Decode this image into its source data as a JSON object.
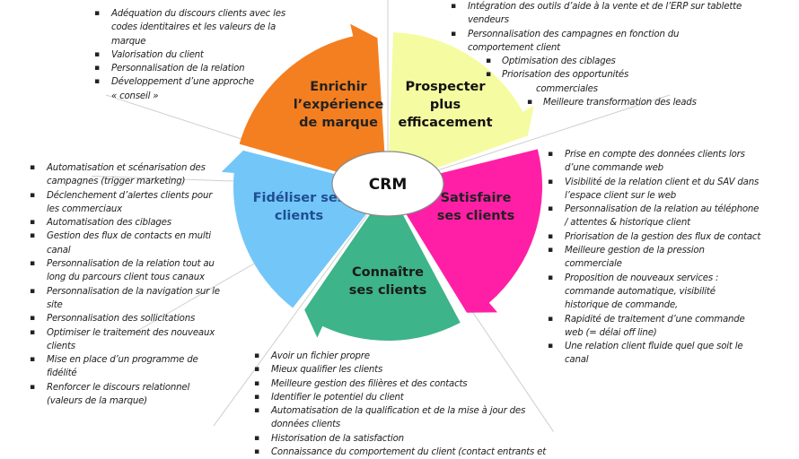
{
  "diagram": {
    "center": {
      "label": "CRM"
    },
    "segments": [
      {
        "id": "enrichir",
        "label_lines": [
          "Enrichir",
          "l’expérience",
          "de marque"
        ],
        "color": "#F47F20",
        "text_color": "#222222"
      },
      {
        "id": "prospecter",
        "label_lines": [
          "Prospecter",
          "plus",
          "efficacement"
        ],
        "color": "#F5FBA0",
        "text_color": "#111111"
      },
      {
        "id": "satisfaire",
        "label_lines": [
          "Satisfaire",
          "ses clients"
        ],
        "color": "#FF1FA6",
        "text_color": "#222222"
      },
      {
        "id": "connaitre",
        "label_lines": [
          "Connaître",
          "ses clients"
        ],
        "color": "#3DB48A",
        "text_color": "#1a1a1a"
      },
      {
        "id": "fideliser",
        "label_lines": [
          "Fidéliser ses",
          "clients"
        ],
        "color": "#73C6F8",
        "text_color": "#1F4E91"
      }
    ]
  },
  "lists": {
    "enrichir": [
      {
        "text": "Adéquation du discours clients avec les",
        "cont": [
          "codes identitaires et les valeurs de la",
          "marque"
        ]
      },
      {
        "text": "Valorisation du client"
      },
      {
        "text": "Personnalisation de la relation"
      },
      {
        "text": "Développement d’une approche",
        "cont": [
          "« conseil »"
        ]
      }
    ],
    "prospecter": [
      {
        "text": "Intégration des outils d’aide à la vente et de l’ERP sur tablette",
        "cont": [
          "vendeurs"
        ]
      },
      {
        "text": "Personnalisation des campagnes en fonction du",
        "cont": [
          "comportement  client"
        ]
      },
      {
        "text": "Optimisation des ciblages",
        "level": 1
      },
      {
        "text": "Priorisation des opportunités",
        "level": 1,
        "cont_indent": [
          "commerciales"
        ]
      },
      {
        "text": "Meilleure transformation des leads",
        "level": 2
      }
    ],
    "satisfaire": [
      {
        "text": "Prise en compte des données clients lors",
        "cont": [
          "d’une commande web"
        ]
      },
      {
        "text": "Visibilité de la relation client et du SAV dans",
        "cont": [
          "l’espace client sur le web"
        ]
      },
      {
        "text": "Personnalisation de la relation au téléphone",
        "cont": [
          "/ attentes & historique client"
        ]
      },
      {
        "text": "Priorisation de la gestion des flux de contact"
      },
      {
        "text": "Meilleure gestion de la pression",
        "cont": [
          "commerciale"
        ]
      },
      {
        "text": "Proposition de nouveaux services :",
        "cont": [
          "commande automatique, visibilité",
          "historique de commande,"
        ]
      },
      {
        "text": "Rapidité de traitement d’une commande",
        "cont": [
          "web (= délai off line)"
        ]
      },
      {
        "text": "Une relation client fluide quel que soit le",
        "cont": [
          "canal"
        ]
      }
    ],
    "fideliser": [
      {
        "text": "Automatisation et scénarisation des",
        "cont": [
          "campagnes (trigger marketing)"
        ]
      },
      {
        "text": "Déclenchement d’alertes clients pour",
        "cont": [
          "les commerciaux"
        ]
      },
      {
        "text": "Automatisation des ciblages"
      },
      {
        "text": "Gestion des flux de contacts en multi",
        "cont": [
          "canal"
        ]
      },
      {
        "text": "Personnalisation de la relation tout au",
        "cont": [
          "long du parcours client tous canaux"
        ]
      },
      {
        "text": "Personnalisation de la navigation sur le",
        "cont": [
          "site"
        ]
      },
      {
        "text": "Personnalisation des sollicitations"
      },
      {
        "text": "Optimiser le traitement des nouveaux",
        "cont": [
          "clients"
        ]
      },
      {
        "text": "Mise en place d’un programme de",
        "cont": [
          "fidélité"
        ]
      },
      {
        "text": "Renforcer le discours relationnel",
        "cont": [
          "(valeurs de la marque)"
        ]
      }
    ],
    "connaitre": [
      {
        "text": "Avoir un fichier propre"
      },
      {
        "text": "Mieux qualifier les clients"
      },
      {
        "text": "Meilleure gestion des filières et des contacts"
      },
      {
        "text": "Identifier le potentiel du client"
      },
      {
        "text": "Automatisation de la qualification et de la mise à jour des",
        "cont": [
          "données clients"
        ]
      },
      {
        "text": "Historisation de la satisfaction"
      },
      {
        "text": "Connaissance du comportement du client (contact entrants et"
      }
    ]
  }
}
